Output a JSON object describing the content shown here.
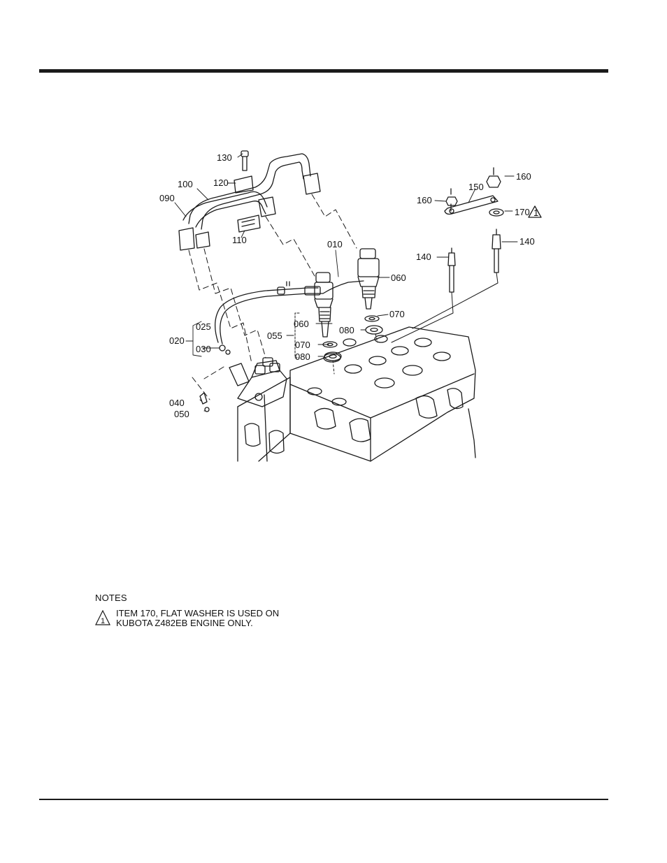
{
  "diagram": {
    "callouts": {
      "p130": "130",
      "p120": "120",
      "p100": "100",
      "p090": "090",
      "p110": "110",
      "p010": "010",
      "p060a": "060",
      "p060b": "060",
      "p070a": "070",
      "p070b": "070",
      "p080a": "080",
      "p080b": "080",
      "p055": "055",
      "p025": "025",
      "p020": "020",
      "p030": "030",
      "p040": "040",
      "p050": "050",
      "p160a": "160",
      "p160b": "160",
      "p150": "150",
      "p170": "170",
      "p140a": "140",
      "p140b": "140"
    },
    "warning_number": "1"
  },
  "notes": {
    "title": "NOTES",
    "note_number": "1",
    "line1": "ITEM 170, FLAT WASHER IS USED ON",
    "line2": "KUBOTA Z482EB ENGINE ONLY."
  }
}
